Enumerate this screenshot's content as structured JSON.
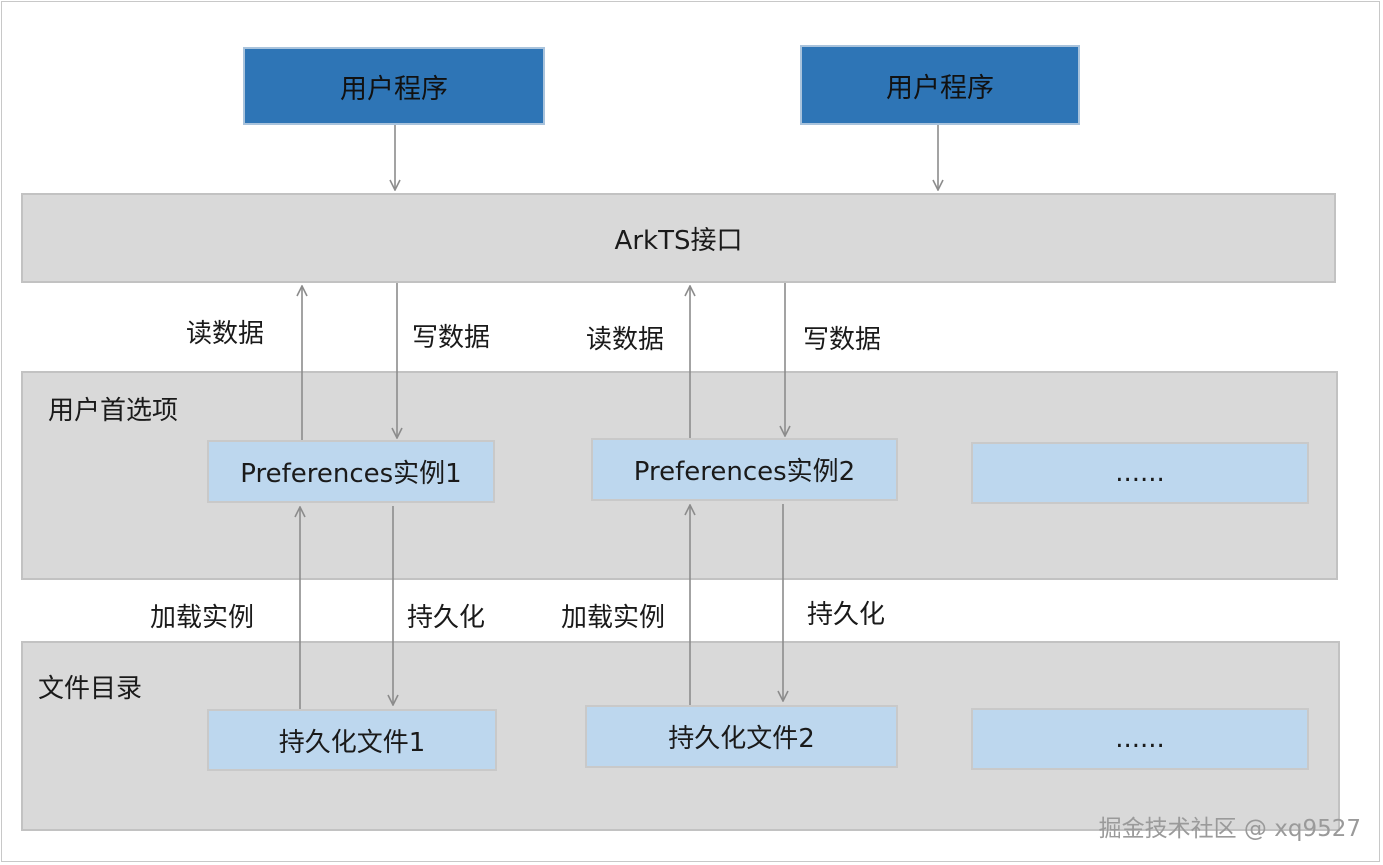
{
  "diagram": {
    "apps": [
      "用户程序",
      "用户程序"
    ],
    "interface": "ArkTS接口",
    "preferences_layer": {
      "title": "用户首选项",
      "instances": [
        "Preferences实例1",
        "Preferences实例2",
        "......"
      ]
    },
    "file_layer": {
      "title": "文件目录",
      "files": [
        "持久化文件1",
        "持久化文件2",
        "......"
      ]
    },
    "labels": {
      "read": "读数据",
      "write": "写数据",
      "load": "加载实例",
      "persist": "持久化"
    },
    "colors": {
      "app_fill": "#2e75b6",
      "layer_fill": "#d9d9d9",
      "instance_fill": "#bdd7ee",
      "arrow": "#8c8c8c"
    }
  },
  "watermark": "掘金技术社区 @ xq9527"
}
